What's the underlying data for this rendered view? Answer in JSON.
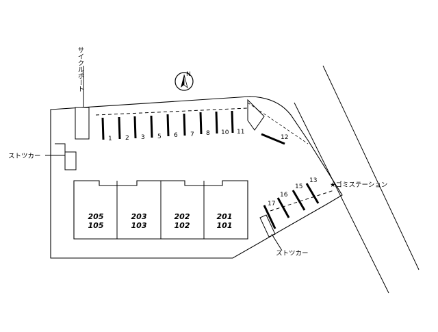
{
  "labels": {
    "cycle_port": "サイクルポート",
    "stocker_left": "ストツカー",
    "stocker_bottom": "ストツカー",
    "garbage_station": "★ゴミステーション",
    "north": "N"
  },
  "parking_spaces": [
    "1",
    "2",
    "3",
    "5",
    "6",
    "7",
    "8",
    "10",
    "11",
    "12",
    "13",
    "15",
    "16",
    "17"
  ],
  "units": [
    {
      "upper": "205",
      "lower": "105"
    },
    {
      "upper": "203",
      "lower": "103"
    },
    {
      "upper": "202",
      "lower": "102"
    },
    {
      "upper": "201",
      "lower": "101"
    }
  ]
}
